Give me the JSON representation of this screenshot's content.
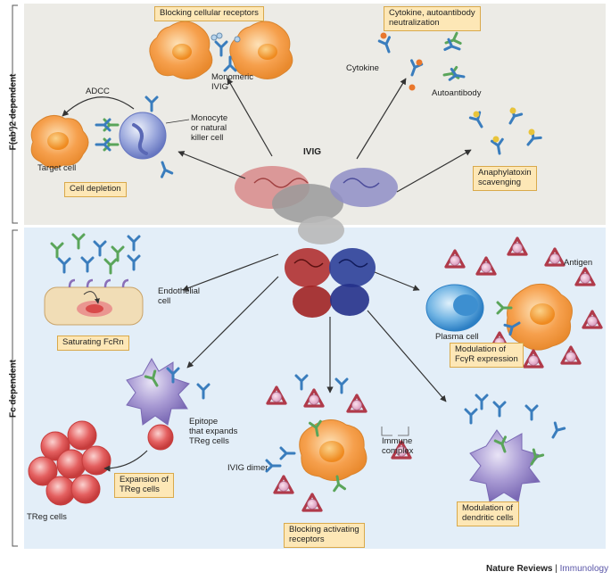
{
  "center": {
    "title": "IVIG"
  },
  "sections": {
    "top": {
      "label": "F(ab′)2 dependent"
    },
    "bottom": {
      "label": "Fc dependent"
    }
  },
  "mechanisms": {
    "blocking_cellular_receptors": "Blocking cellular receptors",
    "cytokine_neutralization": "Cytokine, autoantibody\nneutralization",
    "cell_depletion": "Cell depletion",
    "anaphylatoxin_scavenging": "Anaphylatoxin\nscavenging",
    "saturating_fcrn": "Saturating FcRn",
    "modulation_fcgr": "Modulation of\nFcγR expression",
    "expansion_treg": "Expansion of\nTReg cells",
    "blocking_activating_receptors": "Blocking activating\nreceptors",
    "modulation_dendritic": "Modulation of\ndendritic cells"
  },
  "labels": {
    "monomeric_ivig": "Monomeric\nIVIG",
    "cytokine": "Cytokine",
    "autoantibody": "Autoantibody",
    "adcc": "ADCC",
    "monocyte_nk": "Monocyte\nor natural\nkiller cell",
    "target_cell": "Target cell",
    "endothelial_cell": "Endothelial\ncell",
    "antigen": "Antigen",
    "plasma_cell": "Plasma cell",
    "epitope_treg": "Epitope\nthat expands\nTReg cells",
    "treg_cells": "TReg cells",
    "ivig_dimer": "IVIG dimer",
    "immune_complex": "Immune\ncomplex"
  },
  "credit": {
    "brand": "Nature Reviews",
    "separator": " | ",
    "journal": "Immunology"
  },
  "colors": {
    "top_panel": "#ecebe6",
    "bottom_panel": "#e3eef8",
    "box_fill": "#fde7b6",
    "cell_orange": "#f6a04d",
    "cell_purple": "#9c8fc9",
    "treg_red": "#e46060",
    "plasma_blue": "#4d9bd8"
  }
}
